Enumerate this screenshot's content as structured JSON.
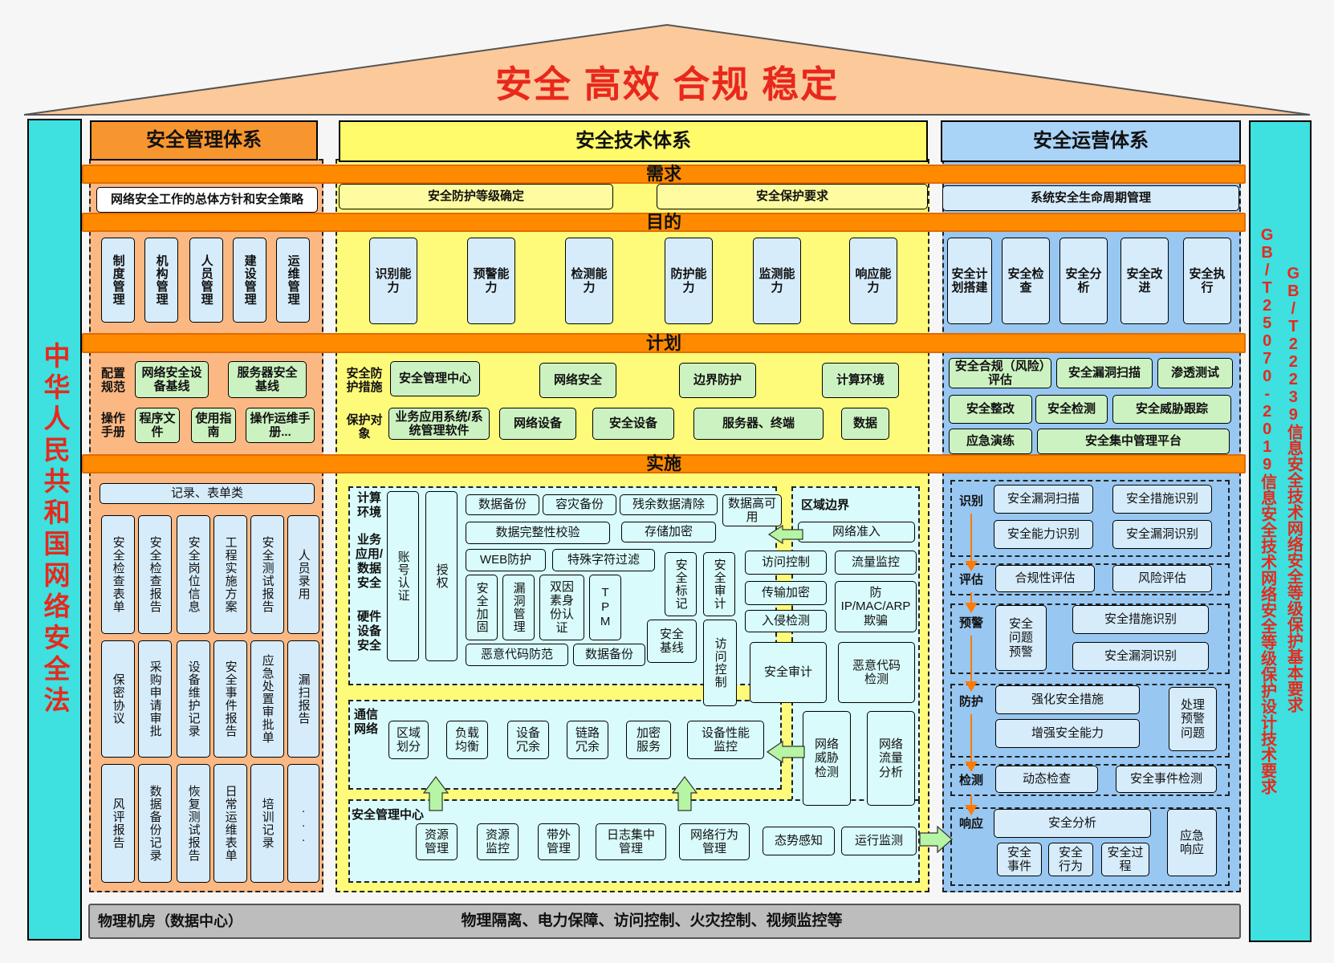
{
  "roof": {
    "title": "安全 高效 合规 稳定"
  },
  "left_sidebar": "中华人民共和国网络安全法",
  "right_sidebar_a": "GB/T25070-2019信息安全技术网络安全等级保护设计技术要求",
  "right_sidebar_b": "GB/T22239信息安全技术网络安全等级保护基本要求",
  "headers": {
    "management": "安全管理体系",
    "technical": "安全技术体系",
    "operations": "安全运营体系"
  },
  "bands": {
    "demand": "需求",
    "purpose": "目的",
    "plan": "计划",
    "implement": "实施"
  },
  "demand_row": {
    "management": "网络安全工作的总体方针和安全策略",
    "tech_a": "安全防护等级确定",
    "tech_b": "安全保护要求",
    "operations": "系统安全生命周期管理"
  },
  "purpose": {
    "management": [
      "制度管理",
      "机构管理",
      "人员管理",
      "建设管理",
      "运维管理"
    ],
    "technical": [
      "识别能力",
      "预警能力",
      "检测能力",
      "防护能力",
      "监测能力",
      "响应能力"
    ],
    "operations": [
      "安全计划搭建",
      "安全检查",
      "安全分析",
      "安全改进",
      "安全执行"
    ]
  },
  "plan": {
    "management": {
      "config_label": "配置规范",
      "config_items": [
        "网络安全设备基线",
        "服务器安全基线"
      ],
      "manual_label": "操作手册",
      "manual_items": [
        "程序文件",
        "使用指南",
        "操作运维手册..."
      ]
    },
    "technical": {
      "measures_label": "安全防护措施",
      "measures": [
        "安全管理中心",
        "网络安全",
        "边界防护",
        "计算环境"
      ],
      "objects_label": "保护对象",
      "objects": [
        "业务应用系统/系统管理软件",
        "网络设备",
        "安全设备",
        "服务器、终端",
        "数据"
      ]
    },
    "operations": [
      "安全合规（风险）评估",
      "安全漏洞扫描",
      "渗透测试",
      "安全整改",
      "安全检测",
      "安全威胁跟踪",
      "应急演练",
      "安全集中管理平台"
    ]
  },
  "impl_mgmt": {
    "records_title": "记录、表单类",
    "row1": [
      "安全检查表单",
      "安全检查报告",
      "安全岗位信息",
      "工程实施方案",
      "安全测试报告",
      "人员录用"
    ],
    "row2": [
      "保密协议",
      "采购申请审批",
      "设备维护记录",
      "安全事件报告",
      "应急处置审批单",
      "漏扫报告"
    ],
    "row3": [
      "风评报告",
      "数据备份记录",
      "恢复测试报告",
      "日常运维表单",
      "培训记录",
      "..."
    ]
  },
  "impl_tech": {
    "compute_labels": [
      "计算环境",
      "业务应用/数据安全",
      "硬件设备安全"
    ],
    "auth": "账号认证",
    "authorize": "授权",
    "data_items": [
      "数据备份",
      "容灾备份",
      "残余数据清除",
      "数据高可用",
      "数据完整性校验",
      "存储加密"
    ],
    "app_items": [
      "WEB防护",
      "特殊字符过滤"
    ],
    "host_items": [
      "安全加固",
      "漏洞管理",
      "双因素身份认证",
      "TPM",
      "安全标记",
      "安全审计",
      "安全基线",
      "访问控制",
      "恶意代码防范",
      "数据备份"
    ],
    "boundary_title": "区域边界",
    "boundary_items": [
      "网络准入",
      "访问控制",
      "流量监控",
      "传输加密",
      "防IP/MAC/ARP欺骗",
      "入侵检测",
      "安全审计",
      "恶意代码检测",
      "网络威胁检测",
      "网络流量分析"
    ],
    "network_label": "通信网络",
    "network_items": [
      "区域划分",
      "负载均衡",
      "设备冗余",
      "链路冗余",
      "加密服务",
      "设备性能监控"
    ],
    "center_label": "安全管理中心",
    "center_items": [
      "资源管理",
      "资源监控",
      "带外管理",
      "日志集中管理",
      "网络行为管理",
      "态势感知",
      "运行监测"
    ]
  },
  "impl_ops": {
    "identify_label": "识别",
    "identify_items": [
      "安全漏洞扫描",
      "安全措施识别",
      "安全能力识别",
      "安全漏洞识别"
    ],
    "assess_label": "评估",
    "assess_items": [
      "合规性评估",
      "风险评估"
    ],
    "warn_label": "预警",
    "warn_items": [
      "安全问题预警",
      "安全措施识别",
      "安全漏洞识别"
    ],
    "protect_label": "防护",
    "protect_items": [
      "强化安全措施",
      "增强安全能力",
      "处理预警问题"
    ],
    "detect_label": "检测",
    "detect_items": [
      "动态检查",
      "安全事件检测"
    ],
    "respond_label": "响应",
    "respond_items": [
      "安全分析",
      "安全事件",
      "安全行为",
      "安全过程",
      "应急响应"
    ]
  },
  "foundation": {
    "label": "物理机房（数据中心）",
    "content": "物理隔离、电力保障、访问控制、火灾控制、视频监控等"
  }
}
